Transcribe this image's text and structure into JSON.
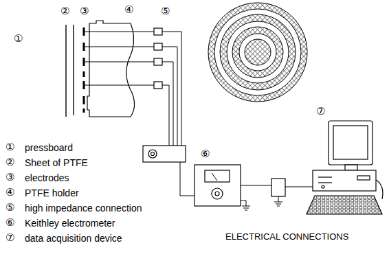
{
  "diagram": {
    "labels": [
      "①",
      "②",
      "③",
      "④",
      "⑤",
      "①",
      "pressboard",
      "②",
      "Sheet of PTFE",
      "③",
      "electrodes",
      "④",
      "PTFE holder",
      "⑤",
      "high impedance connection",
      "⑥",
      "Keithley electrometer",
      "⑦",
      "data acquisition device",
      "⑥",
      "⑦",
      "ELECTRICAL CONNECTIONS"
    ]
  }
}
